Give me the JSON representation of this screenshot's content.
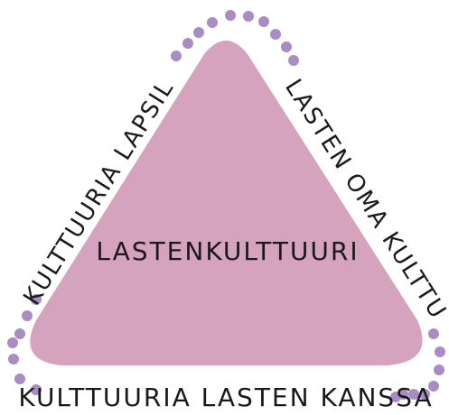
{
  "diagram": {
    "center_label": "LASTENKULTTUURI",
    "left_side_label": "KULTTUURIA LAPSILLE",
    "right_side_label": "LASTEN OMA KULTTUURI",
    "bottom_label": "KULTTUURIA LASTEN KANSSA",
    "colors": {
      "triangle_fill": "#d6a3bf",
      "dots": "#a98cc4",
      "text": "#1a1a1a",
      "background": "#ffffff"
    }
  }
}
